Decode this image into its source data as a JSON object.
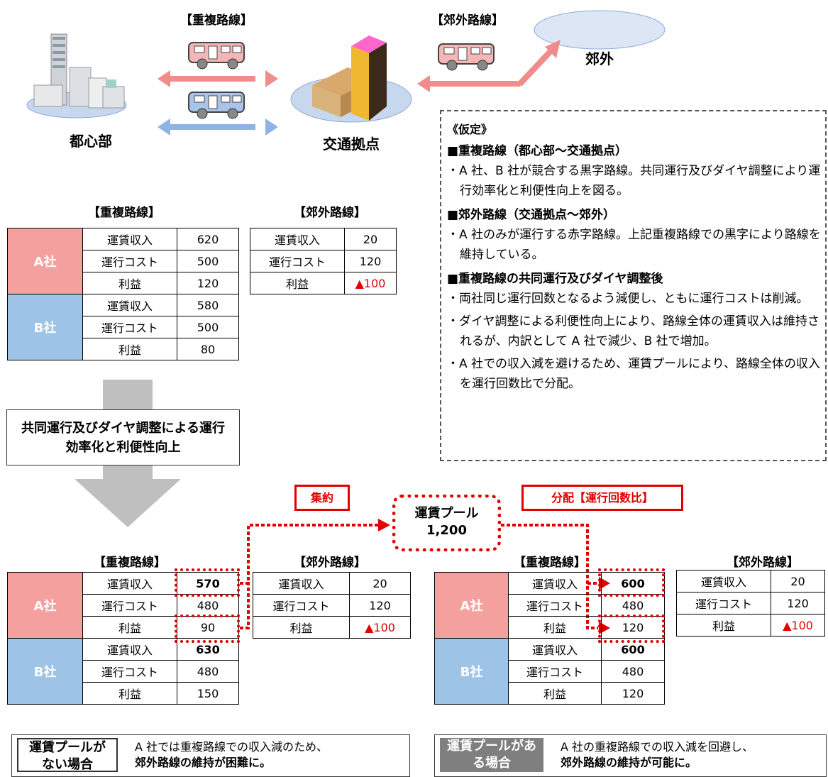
{
  "top": {
    "dup_label": "【重複路線】",
    "sub_label": "【郊外路線】",
    "city": "都心部",
    "hub": "交通拠点",
    "suburb": "郊外"
  },
  "assumptions": {
    "title": "《仮定》",
    "s1_head": "■重複路線（都心部～交通拠点）",
    "s1_b1": "・A 社、B 社が競合する黒字路線。共同運行及びダイヤ調整により運行効率化と利便性向上を図る。",
    "s2_head": "■郊外路線（交通拠点～郊外）",
    "s2_b1": "・A 社のみが運行する赤字路線。上記重複路線での黒字により路線を維持している。",
    "s3_head": "■重複路線の共同運行及びダイヤ調整後",
    "s3_b1": "・両社同じ運行回数となるよう減便し、ともに運行コストは削減。",
    "s3_b2": "・ダイヤ調整による利便性向上により、路線全体の運賃収入は維持されるが、内訳として A 社で減少、B 社で増加。",
    "s3_b3": "・A 社での収入減を避けるため、運賃プールにより、路線全体の収入を運行回数比で分配。"
  },
  "labels": {
    "revenue": "運賃収入",
    "cost": "運行コスト",
    "profit": "利益",
    "company_a": "A社",
    "company_b": "B社"
  },
  "before": {
    "dup_header": "【重複路線】",
    "sub_header": "【郊外路線】",
    "a": {
      "revenue": "620",
      "cost": "500",
      "profit": "120"
    },
    "b": {
      "revenue": "580",
      "cost": "500",
      "profit": "80"
    },
    "sub": {
      "revenue": "20",
      "cost": "120",
      "profit": "▲100"
    }
  },
  "arrow_text": "共同運行及びダイヤ調整による運行効率化と利便性向上",
  "pool": {
    "collect": "集約",
    "distribute": "分配【運行回数比】",
    "title": "運賃プール",
    "amount": "1,200"
  },
  "after_no_pool": {
    "dup_header": "【重複路線】",
    "sub_header": "【郊外路線】",
    "a": {
      "revenue": "570",
      "cost": "480",
      "profit": "90"
    },
    "b": {
      "revenue": "630",
      "cost": "480",
      "profit": "150"
    },
    "sub": {
      "revenue": "20",
      "cost": "120",
      "profit": "▲100"
    },
    "box_title": "運賃プールがない場合",
    "note1": "A 社では重複路線での収入減のため、",
    "note2": "郊外路線の維持が困難に。"
  },
  "after_pool": {
    "dup_header": "【重複路線】",
    "sub_header": "【郊外路線】",
    "a": {
      "revenue": "600",
      "cost": "480",
      "profit": "120"
    },
    "b": {
      "revenue": "600",
      "cost": "480",
      "profit": "120"
    },
    "sub": {
      "revenue": "20",
      "cost": "120",
      "profit": "▲100"
    },
    "box_title": "運賃プールがある場合",
    "note1": "A 社の重複路線での収入減を回避し、",
    "note2": "郊外路線の維持が可能に。"
  },
  "colors": {
    "a": "#f4a09f",
    "b": "#9dc3e6",
    "accent": "#e00000",
    "arrow": "#bfbfbf"
  }
}
